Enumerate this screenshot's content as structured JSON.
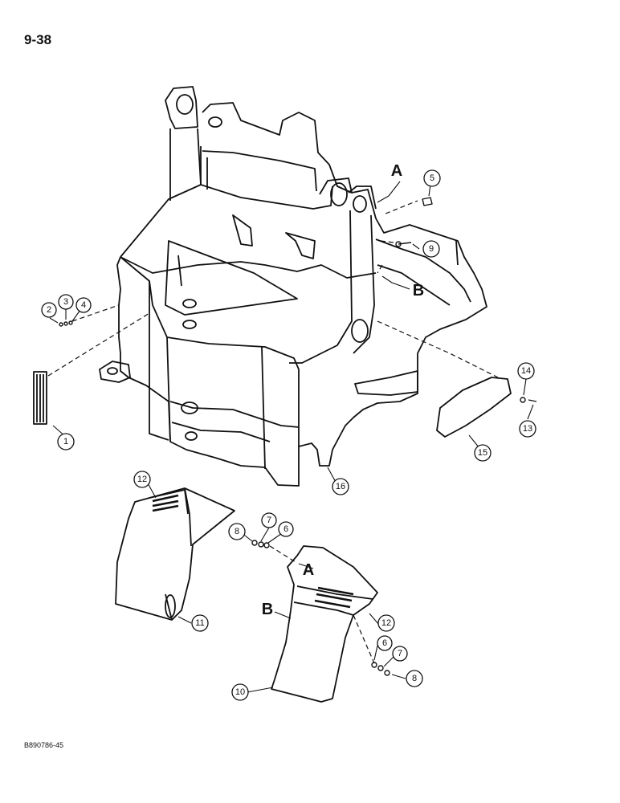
{
  "page_number": "9-38",
  "document_code": "B890786-45",
  "letter_labels": {
    "a_upper": "A",
    "b_upper": "B",
    "a_lower": "A",
    "b_lower": "B"
  },
  "callouts": {
    "c1": "1",
    "c2": "2",
    "c3": "3",
    "c4": "4",
    "c5": "5",
    "c6a": "6",
    "c6b": "6",
    "c7a": "7",
    "c7b": "7",
    "c8a": "8",
    "c8b": "8",
    "c9": "9",
    "c10": "10",
    "c11": "11",
    "c12a": "12",
    "c12b": "12",
    "c13": "13",
    "c14": "14",
    "c15": "15",
    "c16": "16"
  }
}
